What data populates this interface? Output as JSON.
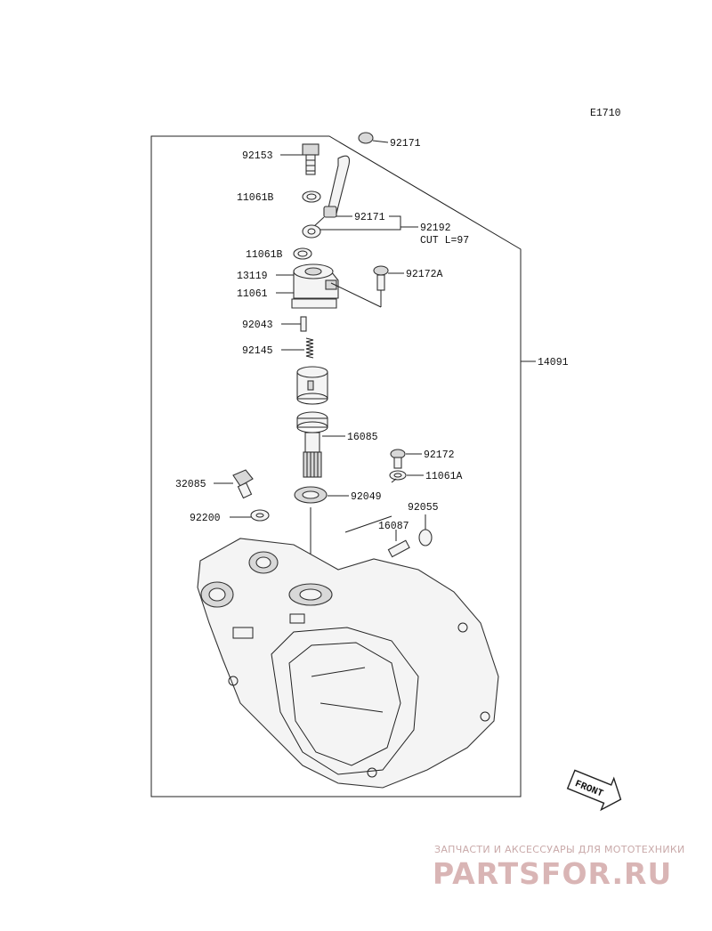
{
  "diagram_code": "E1710",
  "assembly_ref": "14091",
  "parts": {
    "p92153": "92153",
    "p92171_top": "92171",
    "p11061B_1": "11061B",
    "p92171_hose": "92171",
    "p92192": "92192",
    "p92192_note": "CUT L=97",
    "p11061B_2": "11061B",
    "p13119": "13119",
    "p92172A": "92172A",
    "p11061": "11061",
    "p92043": "92043",
    "p92145": "92145",
    "p16085": "16085",
    "p92172": "92172",
    "p11061A": "11061A",
    "p32085": "32085",
    "p92049": "92049",
    "p92200": "92200",
    "p92055": "92055",
    "p16087": "16087"
  },
  "front_arrow_label": "FRONT",
  "watermark": {
    "tagline": "ЗАПЧАСТИ И АКСЕССУАРЫ ДЛЯ МОТОТЕХНИКИ",
    "logo": "PARTSFOR.RU"
  }
}
